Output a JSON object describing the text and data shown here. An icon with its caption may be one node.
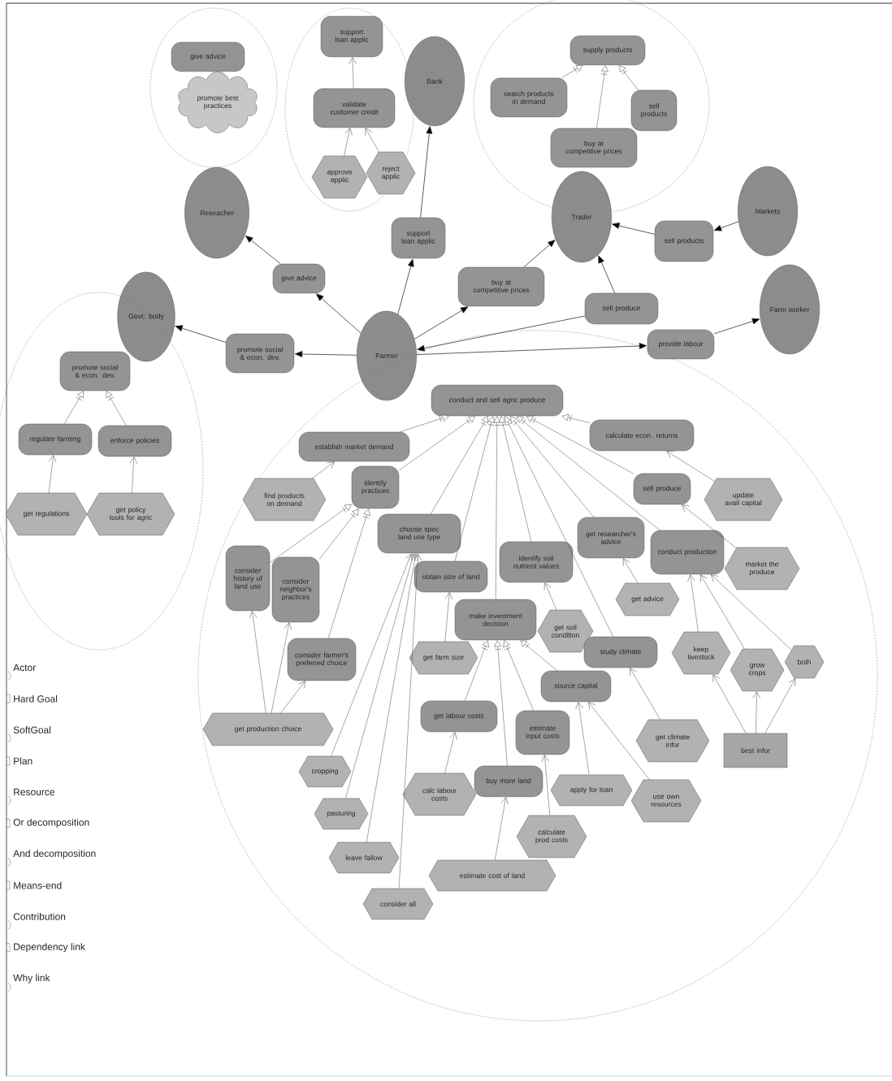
{
  "diagram": {
    "nodes": [
      {
        "text": [],
        "shape": "circle"
      },
      {
        "text": [
          "give advice"
        ],
        "in": 0
      },
      {
        "text": [
          "promote best practices"
        ],
        "in": 0
      },
      {
        "text": [],
        "shape": "circle"
      },
      {
        "text": [
          "support loan applic"
        ],
        "in": 3
      },
      {
        "text": [
          "validate customer credit"
        ],
        "in": 3
      },
      {
        "text": [
          "approve applic"
        ],
        "in": 3
      },
      {
        "text": [
          "reject applic"
        ],
        "in": 3
      },
      {
        "text": [
          "Bank"
        ]
      },
      {
        "text": [],
        "shape": "circle"
      },
      {
        "text": [
          "supply products"
        ],
        "in": 9
      },
      {
        "text": [
          "search products in demand"
        ],
        "in": 9
      },
      {
        "text": [
          "sell products"
        ],
        "in": 9
      },
      {
        "text": [
          "buy at competitive prices"
        ],
        "in": 9
      },
      {
        "text": [
          "Reseacher"
        ]
      },
      {
        "text": [
          "Trader"
        ]
      },
      {
        "text": [
          "Markets"
        ]
      },
      {
        "text": [
          "support loan applic"
        ]
      },
      {
        "text": [
          "sell products"
        ]
      },
      {
        "text": [
          "give advice"
        ]
      },
      {
        "text": [
          "buy at competitive prices"
        ]
      },
      {
        "text": [
          "sell produce"
        ]
      },
      {
        "text": [
          "Farm worker"
        ]
      },
      {
        "text": [
          "Govt. body"
        ]
      },
      {
        "text": [
          "promote social & econ. dev."
        ]
      },
      {
        "text": [
          "Farmer"
        ]
      },
      {
        "text": [
          "provide labour"
        ]
      },
      {
        "text": [],
        "shape": "circle"
      },
      {
        "text": [
          "promote social & econ. dev."
        ],
        "in": 27
      },
      {
        "text": [
          "regulate farming"
        ],
        "in": 27
      },
      {
        "text": [
          "enforce policies"
        ],
        "in": 27
      },
      {
        "text": [
          "get regulations"
        ],
        "in": 27
      },
      {
        "text": [
          "get policy tools for agric"
        ],
        "in": 27
      },
      {
        "text": [],
        "shape": "circle"
      },
      {
        "text": [
          "conduct and sell agnc produce"
        ],
        "in": 33
      },
      {
        "text": [
          "establish market demand"
        ],
        "in": 33
      },
      {
        "text": [
          "calculate econ. returns"
        ],
        "in": 33
      },
      {
        "text": [
          "identify practices"
        ],
        "in": 33
      },
      {
        "text": [
          "find products on demand"
        ],
        "in": 33
      },
      {
        "text": [
          "sell produce"
        ],
        "in": 33
      },
      {
        "text": [
          "update avail capital"
        ],
        "in": 33
      },
      {
        "text": [
          "choose spec land use type"
        ],
        "in": 33
      },
      {
        "text": [
          "get researcher's advice"
        ],
        "in": 33
      },
      {
        "text": [
          "conduct production"
        ],
        "in": 33
      },
      {
        "text": [
          "consider history of land use"
        ],
        "in": 33
      },
      {
        "text": [
          "consider neighbor's practices"
        ],
        "in": 33
      },
      {
        "text": [
          "identify soil nutrient values"
        ],
        "in": 33
      },
      {
        "text": [
          "obtain size of land"
        ],
        "in": 33
      },
      {
        "text": [
          "market the produce"
        ],
        "in": 33
      },
      {
        "text": [
          "make investment decision"
        ],
        "in": 33
      },
      {
        "text": [
          "get advice"
        ],
        "in": 33
      },
      {
        "text": [
          "consider farmer's preferred choice"
        ],
        "in": 33
      },
      {
        "text": [
          "get farm size"
        ],
        "in": 33
      },
      {
        "text": [
          "get soil condition"
        ],
        "in": 33
      },
      {
        "text": [
          "study climate"
        ],
        "in": 33
      },
      {
        "text": [
          "keep livestock"
        ],
        "in": 33
      },
      {
        "text": [
          "grow crops"
        ],
        "in": 33
      },
      {
        "text": [
          "both"
        ],
        "in": 33
      },
      {
        "text": [
          "source capital"
        ],
        "in": 33
      },
      {
        "text": [
          "get production choice"
        ],
        "in": 33
      },
      {
        "text": [
          "get labour costs"
        ],
        "in": 33
      },
      {
        "text": [
          "estimate input costs"
        ],
        "in": 33
      },
      {
        "text": [
          "get climate infor"
        ],
        "in": 33
      },
      {
        "text": [
          "best infor"
        ],
        "in": 33
      },
      {
        "text": [
          "cropping"
        ],
        "in": 33
      },
      {
        "text": [
          "calc labour costs"
        ],
        "in": 33
      },
      {
        "text": [
          "buy more land"
        ],
        "in": 33
      },
      {
        "text": [
          "apply for loan"
        ],
        "in": 33
      },
      {
        "text": [
          "use own resources"
        ],
        "in": 33
      },
      {
        "text": [
          "pasturing"
        ],
        "in": 33
      },
      {
        "text": [
          "calculate prod costs"
        ],
        "in": 33
      },
      {
        "text": [
          "leave fallow"
        ],
        "in": 33
      },
      {
        "text": [
          "estimate cost of land"
        ],
        "in": 33
      },
      {
        "text": [
          "consider all"
        ],
        "in": 33
      }
    ],
    "edges": [
      {
        "from": 5,
        "to": 4,
        "arrow": "to"
      },
      {
        "from": 6,
        "to": 5,
        "arrow": "to"
      },
      {
        "from": 7,
        "to": 5,
        "arrow": "to"
      },
      {
        "from": 11,
        "to": 10,
        "arrow": "to"
      },
      {
        "from": 13,
        "to": 10,
        "arrow": "to"
      },
      {
        "from": 12,
        "to": 10,
        "arrow": "to"
      },
      {
        "from": 25,
        "to": 19,
        "arrow": "to"
      },
      {
        "from": 19,
        "to": 14,
        "arrow": "to"
      },
      {
        "from": 25,
        "to": 17,
        "arrow": "to"
      },
      {
        "from": 17,
        "to": 8,
        "arrow": "to"
      },
      {
        "from": 25,
        "to": 20,
        "arrow": "to"
      },
      {
        "from": 20,
        "to": 15,
        "arrow": "to"
      },
      {
        "from": 21,
        "to": 15,
        "arrow": "to"
      },
      {
        "from": 21,
        "to": 25,
        "arrow": "to"
      },
      {
        "from": 16,
        "to": 18,
        "arrow": "to"
      },
      {
        "from": 18,
        "to": 15,
        "arrow": "to"
      },
      {
        "from": 25,
        "to": 26,
        "arrow": "to"
      },
      {
        "from": 26,
        "to": 22,
        "arrow": "to"
      },
      {
        "from": 25,
        "to": 24,
        "arrow": "to"
      },
      {
        "from": 24,
        "to": 23,
        "arrow": "to"
      },
      {
        "from": 29,
        "to": 28,
        "arrow": "to"
      },
      {
        "from": 30,
        "to": 28,
        "arrow": "to"
      },
      {
        "from": 31,
        "to": 29,
        "arrow": "to"
      },
      {
        "from": 32,
        "to": 30,
        "arrow": "to"
      },
      {
        "from": 35,
        "to": 34,
        "arrow": "to"
      },
      {
        "from": 37,
        "to": 34,
        "arrow": "to"
      },
      {
        "from": 41,
        "to": 34,
        "arrow": "to"
      },
      {
        "from": 47,
        "to": 34,
        "arrow": "to"
      },
      {
        "from": 49,
        "to": 34,
        "arrow": "to"
      },
      {
        "from": 46,
        "to": 34,
        "arrow": "to"
      },
      {
        "from": 54,
        "to": 34,
        "arrow": "to"
      },
      {
        "from": 42,
        "to": 34,
        "arrow": "to"
      },
      {
        "from": 43,
        "to": 34,
        "arrow": "to"
      },
      {
        "from": 39,
        "to": 34,
        "arrow": "to"
      },
      {
        "from": 36,
        "to": 34,
        "arrow": "to"
      },
      {
        "from": 38,
        "to": 35,
        "arrow": "to"
      },
      {
        "from": 44,
        "to": 37,
        "arrow": "to"
      },
      {
        "from": 45,
        "to": 37,
        "arrow": "to"
      },
      {
        "from": 51,
        "to": 37,
        "arrow": "to"
      },
      {
        "from": 64,
        "to": 41,
        "arrow": "to"
      },
      {
        "from": 69,
        "to": 41,
        "arrow": "to"
      },
      {
        "from": 71,
        "to": 41,
        "arrow": "to"
      },
      {
        "from": 73,
        "to": 41,
        "arrow": "to"
      },
      {
        "from": 59,
        "to": 44,
        "arrow": "to"
      },
      {
        "from": 59,
        "to": 45,
        "arrow": "to"
      },
      {
        "from": 59,
        "to": 51,
        "arrow": "to"
      },
      {
        "from": 52,
        "to": 47,
        "arrow": "to"
      },
      {
        "from": 53,
        "to": 46,
        "arrow": "to"
      },
      {
        "from": 50,
        "to": 42,
        "arrow": "to"
      },
      {
        "from": 60,
        "to": 49,
        "arrow": "to"
      },
      {
        "from": 66,
        "to": 49,
        "arrow": "to"
      },
      {
        "from": 61,
        "to": 49,
        "arrow": "to"
      },
      {
        "from": 58,
        "to": 49,
        "arrow": "to"
      },
      {
        "from": 65,
        "to": 60,
        "arrow": "to"
      },
      {
        "from": 72,
        "to": 66,
        "arrow": "to"
      },
      {
        "from": 70,
        "to": 61,
        "arrow": "to"
      },
      {
        "from": 67,
        "to": 58,
        "arrow": "to"
      },
      {
        "from": 68,
        "to": 58,
        "arrow": "to"
      },
      {
        "from": 62,
        "to": 54,
        "arrow": "to"
      },
      {
        "from": 55,
        "to": 43,
        "arrow": "to"
      },
      {
        "from": 56,
        "to": 43,
        "arrow": "to"
      },
      {
        "from": 57,
        "to": 43,
        "arrow": "to"
      },
      {
        "from": 63,
        "to": 55,
        "arrow": "to"
      },
      {
        "from": 63,
        "to": 56,
        "arrow": "to"
      },
      {
        "from": 63,
        "to": 57,
        "arrow": "to"
      },
      {
        "from": 48,
        "to": 39,
        "arrow": "to"
      },
      {
        "from": 40,
        "to": 36,
        "arrow": "to"
      }
    ],
    "legend": [
      {
        "text": "Actor"
      },
      {
        "text": "Hard Goal"
      },
      {
        "text": "SoftGoal"
      },
      {
        "text": "Plan"
      },
      {
        "text": "Resource"
      },
      {
        "text": "Or decomposition"
      },
      {
        "text": "And decomposition"
      },
      {
        "text": "Means-end"
      },
      {
        "text": "Contribution"
      },
      {
        "text": "Dependency link"
      },
      {
        "text": "Why link"
      }
    ]
  }
}
